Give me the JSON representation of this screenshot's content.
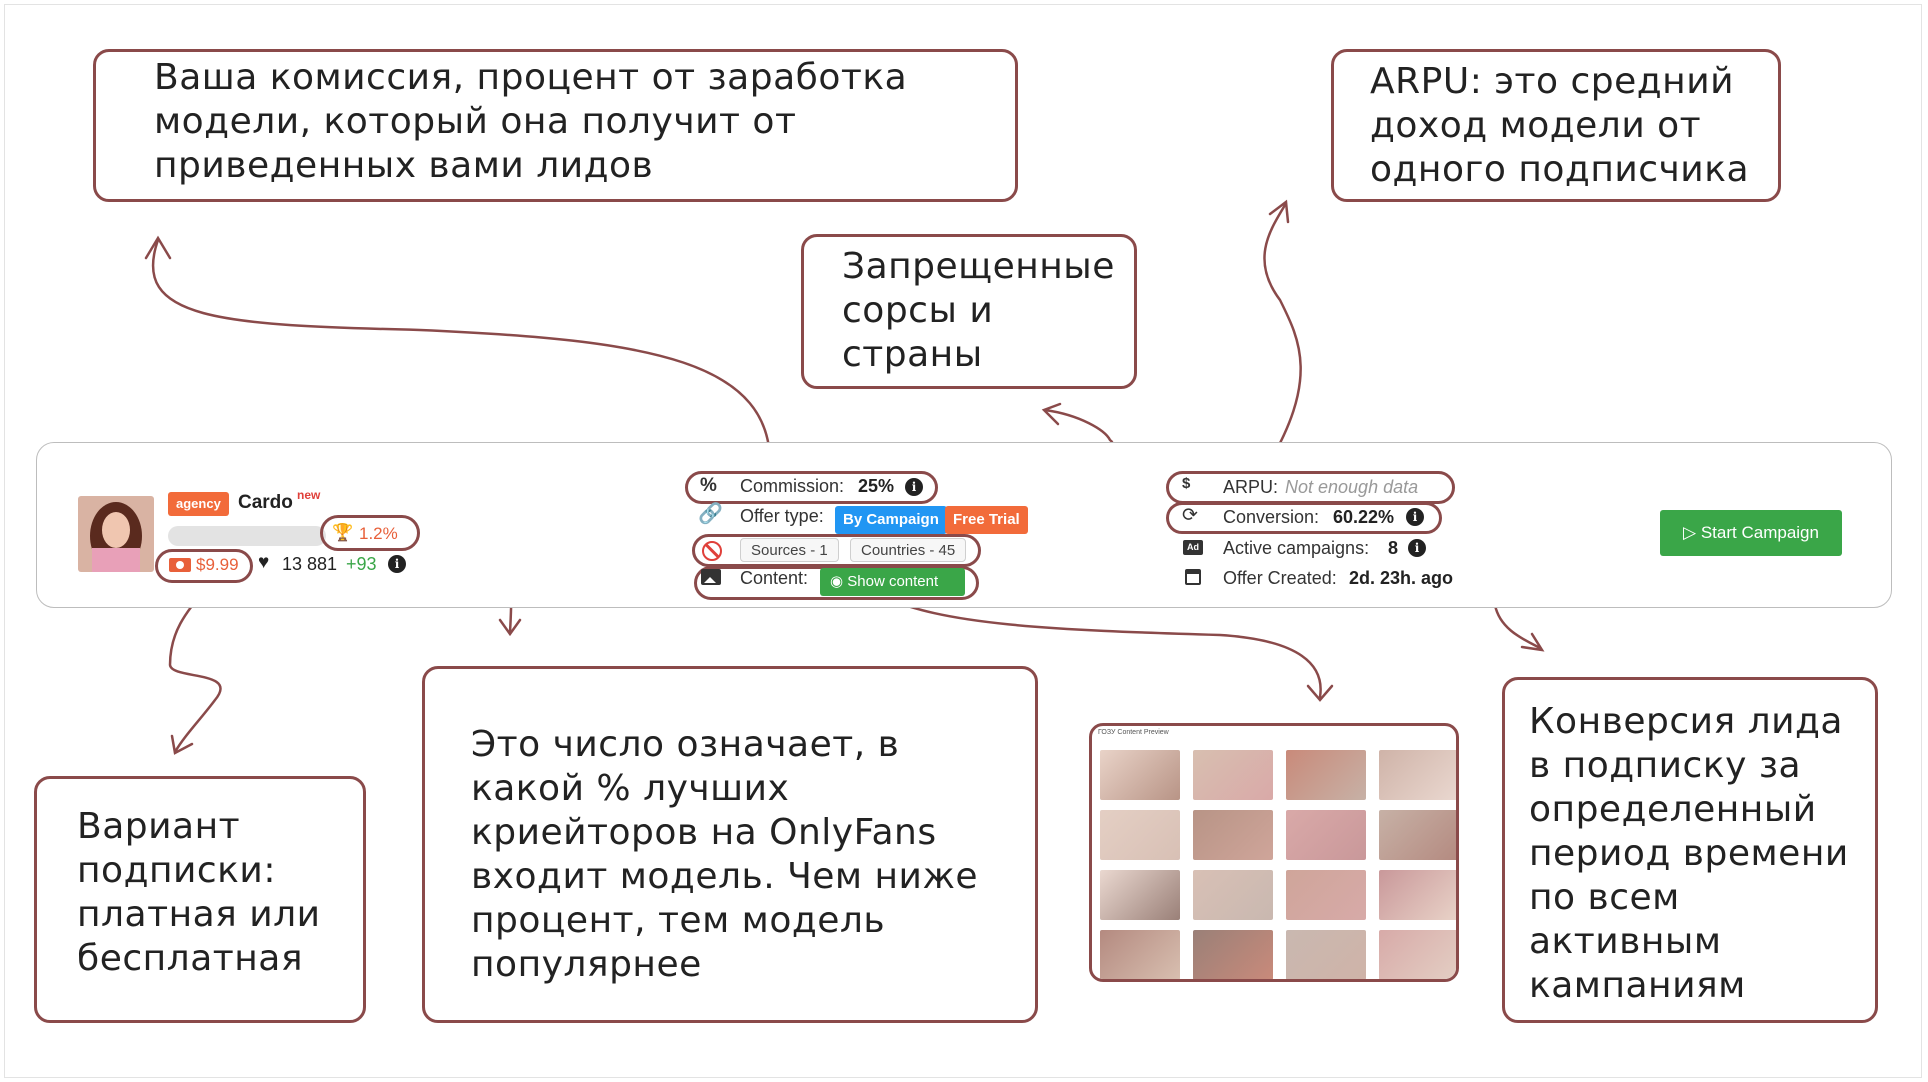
{
  "callouts": {
    "commission": [
      "Ваша комиссия, процент от заработка",
      "модели, который она получит от",
      "приведенных вами лидов"
    ],
    "arpu": [
      "ARPU: это средний",
      "доход модели от",
      "одного подписчика"
    ],
    "banned": [
      "Запрещенные",
      "сорсы и",
      "страны"
    ],
    "subscription": [
      "Вариант",
      "подписки:",
      "платная или",
      "бесплатная"
    ],
    "rank": [
      "Это число означает, в",
      "какой % лучших",
      "криейторов на OnlyFans",
      "входит модель. Чем ниже",
      "процент, тем модель",
      "популярнее"
    ],
    "conversion": [
      "Конверсия лида",
      "в подписку за",
      "определенный",
      "период времени",
      "по всем",
      "активным",
      "кампаниям"
    ]
  },
  "offer": {
    "agency_tag": "agency",
    "name": "Cardo",
    "new_badge": "new",
    "rank_percent": "1.2%",
    "price": "$9.99",
    "likes": "13 881",
    "likes_delta": "+93",
    "commission_label": "Commission:",
    "commission_value": "25%",
    "offer_type_label": "Offer type:",
    "offer_type_primary": "By Campaign",
    "offer_type_secondary": "Free Trial",
    "sources": "Sources - 1",
    "countries": "Countries - 45",
    "content_label": "Content:",
    "show_content": "Show content",
    "arpu_label": "ARPU:",
    "arpu_value": "Not enough data",
    "conversion_label": "Conversion:",
    "conversion_value": "60.22%",
    "active_label": "Active campaigns:",
    "active_value": "8",
    "created_label": "Offer Created:",
    "created_value": "2d. 23h. ago",
    "start_button": "Start Campaign"
  },
  "preview": {
    "title": "ГОЗУ Content Preview"
  },
  "colors": {
    "accent_outline": "#8a4a4a",
    "tag_orange": "#f26b3a",
    "button_green": "#3aa648",
    "button_blue": "#2196f3",
    "delta_green": "#3aa648"
  }
}
